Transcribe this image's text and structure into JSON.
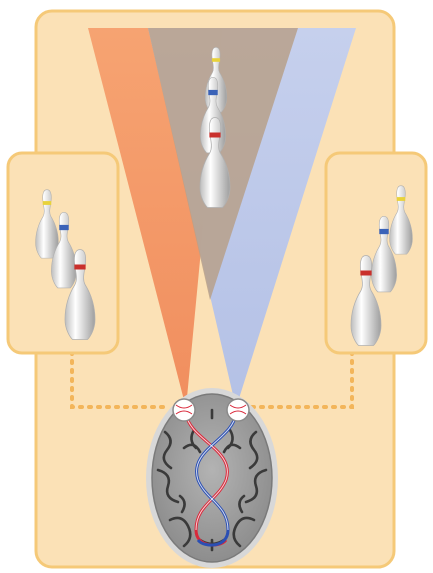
{
  "figure": {
    "description_icons": [
      "bowling-pin-icon",
      "brain-icon",
      "eye-icon"
    ],
    "colors": {
      "panel_fill": "#fbe1b6",
      "panel_border": "#f5c978",
      "left_field_cone": "#f59a6a",
      "right_field_cone": "#b8c6ea",
      "overlap_field": "#b7a08a",
      "brain_fill": "#9a9a9a",
      "brain_folds": "#3a3a3a",
      "left_pathway": "#d9283a",
      "right_pathway": "#2b4fb3",
      "dotted_link": "#f3b55a",
      "pin_body": "#f2f2f2",
      "pin_band_yellow": "#e8d23a",
      "pin_band_blue": "#3b63b8",
      "pin_band_red": "#c9302c"
    },
    "pin_band_order": [
      "yellow",
      "blue",
      "red"
    ]
  }
}
